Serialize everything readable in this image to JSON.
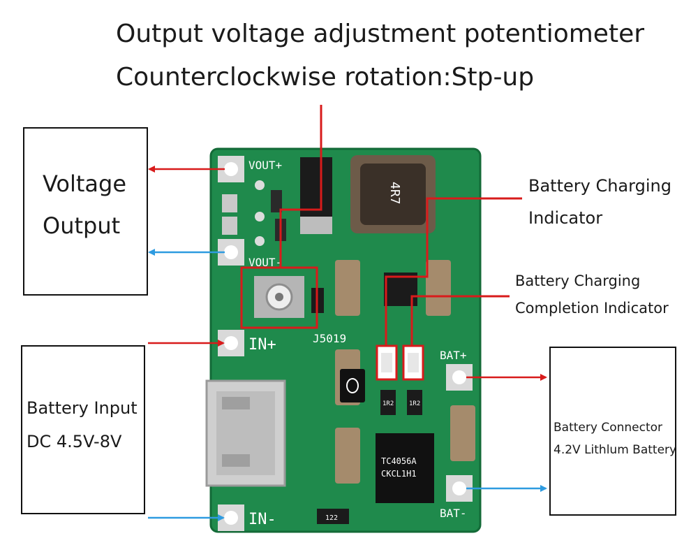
{
  "heading": {
    "line1": "Output voltage adjustment potentiometer",
    "line2": "Counterclockwise rotation:Stp-up"
  },
  "boxes": {
    "voltage_output": {
      "line1": "Voltage",
      "line2": "Output"
    },
    "battery_input": {
      "line1": "Battery Input",
      "line2": "DC 4.5V-8V"
    },
    "battery_connector": {
      "line1": "Battery Connector",
      "line2": "4.2V Lithlum Battery"
    }
  },
  "callouts": {
    "charging_indicator": {
      "line1": "Battery Charging",
      "line2": "Indicator"
    },
    "completion_indicator": {
      "line1": "Battery Charging",
      "line2": "Completion Indicator"
    }
  },
  "board": {
    "pads": {
      "vout_plus": "VOUT+",
      "vout_minus": "VOUT-",
      "in_plus": "IN+",
      "in_minus": "IN-",
      "bat_plus": "BAT+",
      "bat_minus": "BAT-"
    },
    "board_id": "J5019",
    "inductor_marking": "4R7",
    "chip_marking_line1": "TC4056A",
    "chip_marking_line2": "CKCL1H1",
    "resistor_code": "1R2",
    "small_resistor_code": "122"
  },
  "colors": {
    "board_green": "#1f8a4c",
    "arrow_red": "#d81b1b",
    "arrow_blue": "#2e9be0"
  }
}
